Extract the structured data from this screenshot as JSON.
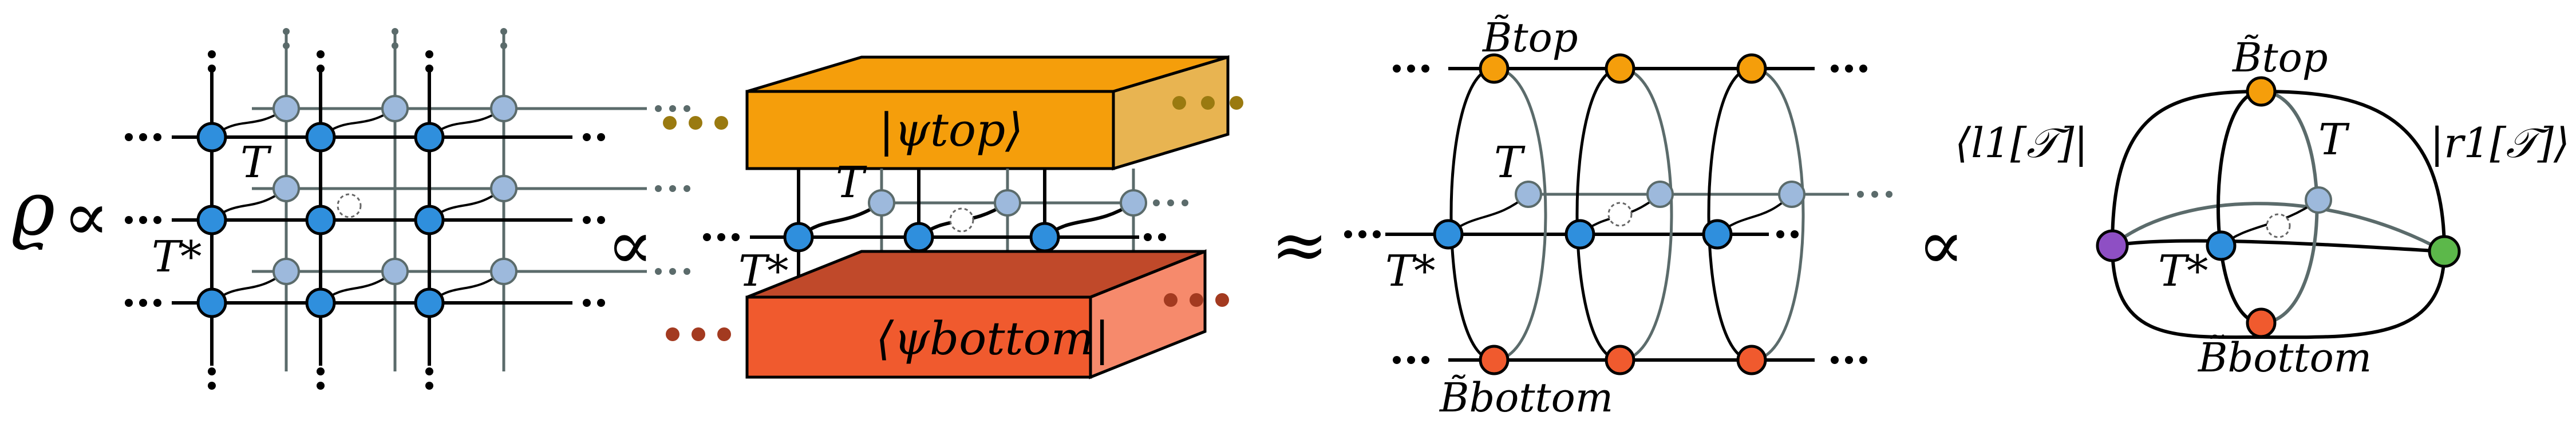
{
  "labels": {
    "rho": "ϱ",
    "prop": "∝",
    "approx": "≈",
    "T": "T",
    "Tstar": "T*",
    "psi_top": "|ψtop⟩",
    "psi_bottom": "⟨ψbottom|",
    "B_top": "B̃top",
    "B_bottom": "B̃bottom",
    "l1": "⟨l1[𝒯]|",
    "r1": "|r1[𝒯]⟩"
  },
  "colors": {
    "blue": "#2f8fdd",
    "lightblue": "#9db9dc",
    "orange": "#f59e0b",
    "orange_side": "#e8b451",
    "red": "#f05a2e",
    "red_side": "#f68a6c",
    "red_dark": "#c0492a",
    "purple": "#8e4fc4",
    "green": "#5cb84a",
    "olive": "#9a7a10",
    "darkred": "#a33a20",
    "gray": "#5b6b6b"
  }
}
